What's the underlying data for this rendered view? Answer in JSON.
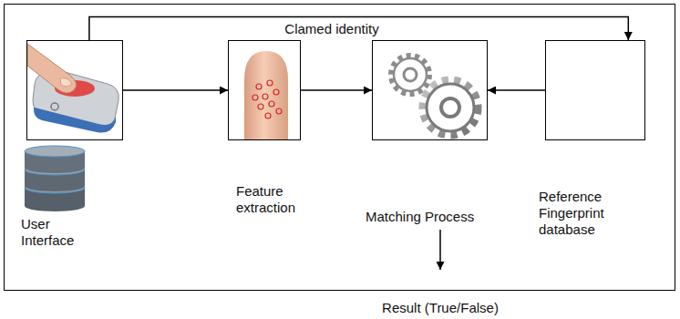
{
  "diagram": {
    "nodes": [
      {
        "text": [
          "User Interface"
        ]
      },
      {
        "text": [
          "Feature extraction"
        ]
      },
      {
        "text": [
          "Matching Process"
        ]
      },
      {
        "text": [
          "Reference Fingerprint database"
        ]
      }
    ],
    "edges": [
      {
        "from": 0,
        "to": 1,
        "arrow": "to"
      },
      {
        "from": 1,
        "to": 2,
        "arrow": "to"
      },
      {
        "from": 3,
        "to": 2,
        "arrow": "to"
      },
      {
        "from": 0,
        "to": 3,
        "label": "Clamed identity",
        "arrow": "to"
      }
    ],
    "labels": [
      "Result (True/False)"
    ]
  }
}
